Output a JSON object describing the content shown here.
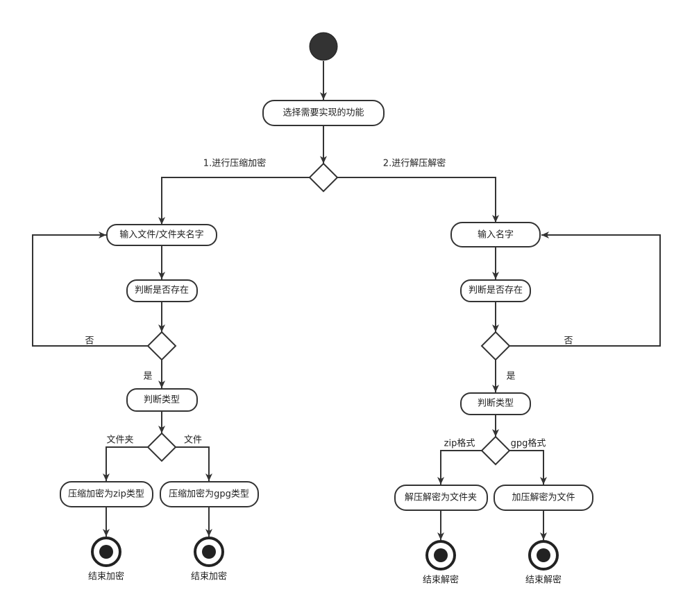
{
  "nodes": {
    "choose": "选择需要实现的功能",
    "enc_input": "输入文件/文件夹名字",
    "enc_check": "判断是否存在",
    "enc_type": "判断类型",
    "enc_zip": "压缩加密为zip类型",
    "enc_gpg": "压缩加密为gpg类型",
    "dec_input": "输入名字",
    "dec_check": "判断是否存在",
    "dec_type": "判断类型",
    "dec_folder": "解压解密为文件夹",
    "dec_file": "加压解密为文件"
  },
  "edges": {
    "branch_encrypt": "1.进行压缩加密",
    "branch_decrypt": "2.进行解压解密",
    "enc_no": "否",
    "enc_yes": "是",
    "enc_folder": "文件夹",
    "enc_file": "文件",
    "dec_no": "否",
    "dec_yes": "是",
    "dec_zip": "zip格式",
    "dec_gpg": "gpg格式"
  },
  "ends": {
    "enc_zip_end": "结束加密",
    "enc_gpg_end": "结束加密",
    "dec_folder_end": "结束解密",
    "dec_file_end": "结束解密"
  }
}
